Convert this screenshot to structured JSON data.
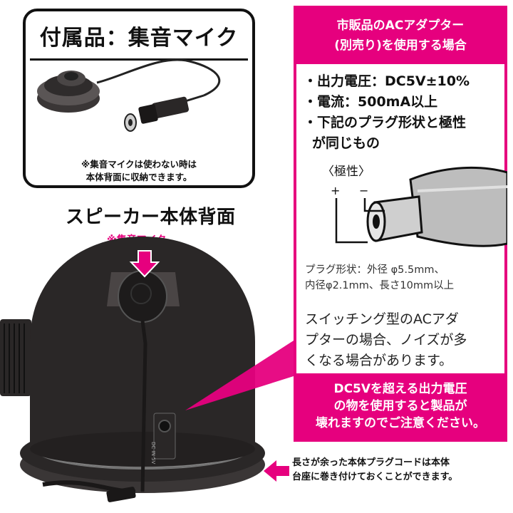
{
  "accessory": {
    "title": "付属品：集音マイク",
    "note_line1": "※集音マイクは使わない時は",
    "note_line2": "本体背面に収納できます。"
  },
  "speaker_back": {
    "title": "スピーカー本体背面",
    "mic_callout": "※集音マイク",
    "jack_label": "DC IN 5V"
  },
  "ac_panel": {
    "header_line1": "市販品のACアダプター",
    "header_line2": "(別売り)を使用する場合",
    "specs": [
      "・出力電圧：DC5V±10%",
      "・電流：500mA以上",
      "・下記のプラグ形状と極性",
      "が同じもの"
    ],
    "polarity_label": "〈極性〉",
    "plus": "+",
    "minus": "−",
    "plug_shape_line1": "プラグ形状：外径 φ5.5mm、",
    "plug_shape_line2": "内径φ2.1mm、長さ10mm以上",
    "switching_line1": "スイッチング型のACアダ",
    "switching_line2": "プターの場合、ノイズが多",
    "switching_line3": "くなる場合があります。",
    "warning_line1": "DC5Vを超える出力電圧",
    "warning_line2": "の物を使用すると製品が",
    "warning_line3": "壊れますのでご注意ください。"
  },
  "cord_note": {
    "line1": "長さが余った本体プラグコードは本体",
    "line2": "台座に巻き付けておくことができます。"
  },
  "colors": {
    "accent": "#e6007e",
    "speaker_body": "#2a2727",
    "text": "#111111"
  }
}
